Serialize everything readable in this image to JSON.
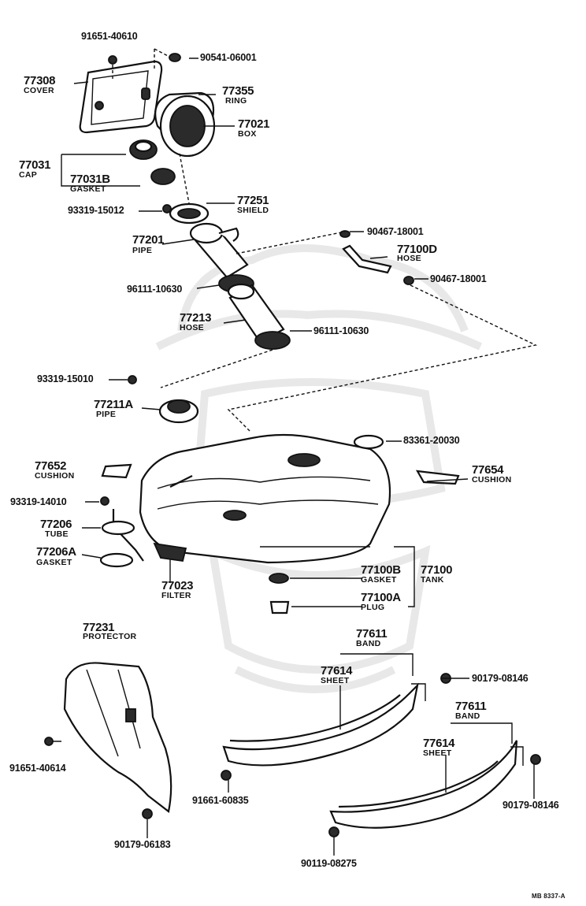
{
  "colors": {
    "ink": "#111111",
    "paper": "#ffffff",
    "watermark": "#e8e8e8"
  },
  "watermark": {
    "icon": "samurai-helmet-watermark"
  },
  "figure_code": "MB 8337-A",
  "parts": {
    "p91651_40610": {
      "number": "91651-40610"
    },
    "p90541_06001": {
      "number": "90541-06001"
    },
    "p77308": {
      "number": "77308",
      "name": "COVER"
    },
    "p77355": {
      "number": "77355",
      "name": "RING"
    },
    "p77021": {
      "number": "77021",
      "name": "BOX"
    },
    "p77031": {
      "number": "77031",
      "name": "CAP"
    },
    "p77031B": {
      "number": "77031B",
      "name": "GASKET"
    },
    "p93319_15012": {
      "number": "93319-15012"
    },
    "p77251": {
      "number": "77251",
      "name": "SHIELD"
    },
    "p77201": {
      "number": "77201",
      "name": "PIPE"
    },
    "p90467_18001_a": {
      "number": "90467-18001"
    },
    "p77100D": {
      "number": "77100D",
      "name": "HOSE"
    },
    "p90467_18001_b": {
      "number": "90467-18001"
    },
    "p96111_10630_a": {
      "number": "96111-10630"
    },
    "p77213": {
      "number": "77213",
      "name": "HOSE"
    },
    "p96111_10630_b": {
      "number": "96111-10630"
    },
    "p93319_15010": {
      "number": "93319-15010"
    },
    "p77211A": {
      "number": "77211A",
      "name": "PIPE"
    },
    "p83361_20030": {
      "number": "83361-20030"
    },
    "p77652": {
      "number": "77652",
      "name": "CUSHION"
    },
    "p77654": {
      "number": "77654",
      "name": "CUSHION"
    },
    "p93319_14010": {
      "number": "93319-14010"
    },
    "p77206": {
      "number": "77206",
      "name": "TUBE"
    },
    "p77206A": {
      "number": "77206A",
      "name": "GASKET"
    },
    "p77023": {
      "number": "77023",
      "name": "FILTER"
    },
    "p77100B": {
      "number": "77100B",
      "name": "GASKET"
    },
    "p77100": {
      "number": "77100",
      "name": "TANK"
    },
    "p77100A": {
      "number": "77100A",
      "name": "PLUG"
    },
    "p77231": {
      "number": "77231",
      "name": "PROTECTOR"
    },
    "p77611_a": {
      "number": "77611",
      "name": "BAND"
    },
    "p77614_a": {
      "number": "77614",
      "name": "SHEET"
    },
    "p90179_08146_a": {
      "number": "90179-08146"
    },
    "p77611_b": {
      "number": "77611",
      "name": "BAND"
    },
    "p77614_b": {
      "number": "77614",
      "name": "SHEET"
    },
    "p91651_40614": {
      "number": "91651-40614"
    },
    "p91661_60835": {
      "number": "91661-60835"
    },
    "p90179_08146_b": {
      "number": "90179-08146"
    },
    "p90179_06183": {
      "number": "90179-06183"
    },
    "p90119_08275": {
      "number": "90119-08275"
    }
  }
}
